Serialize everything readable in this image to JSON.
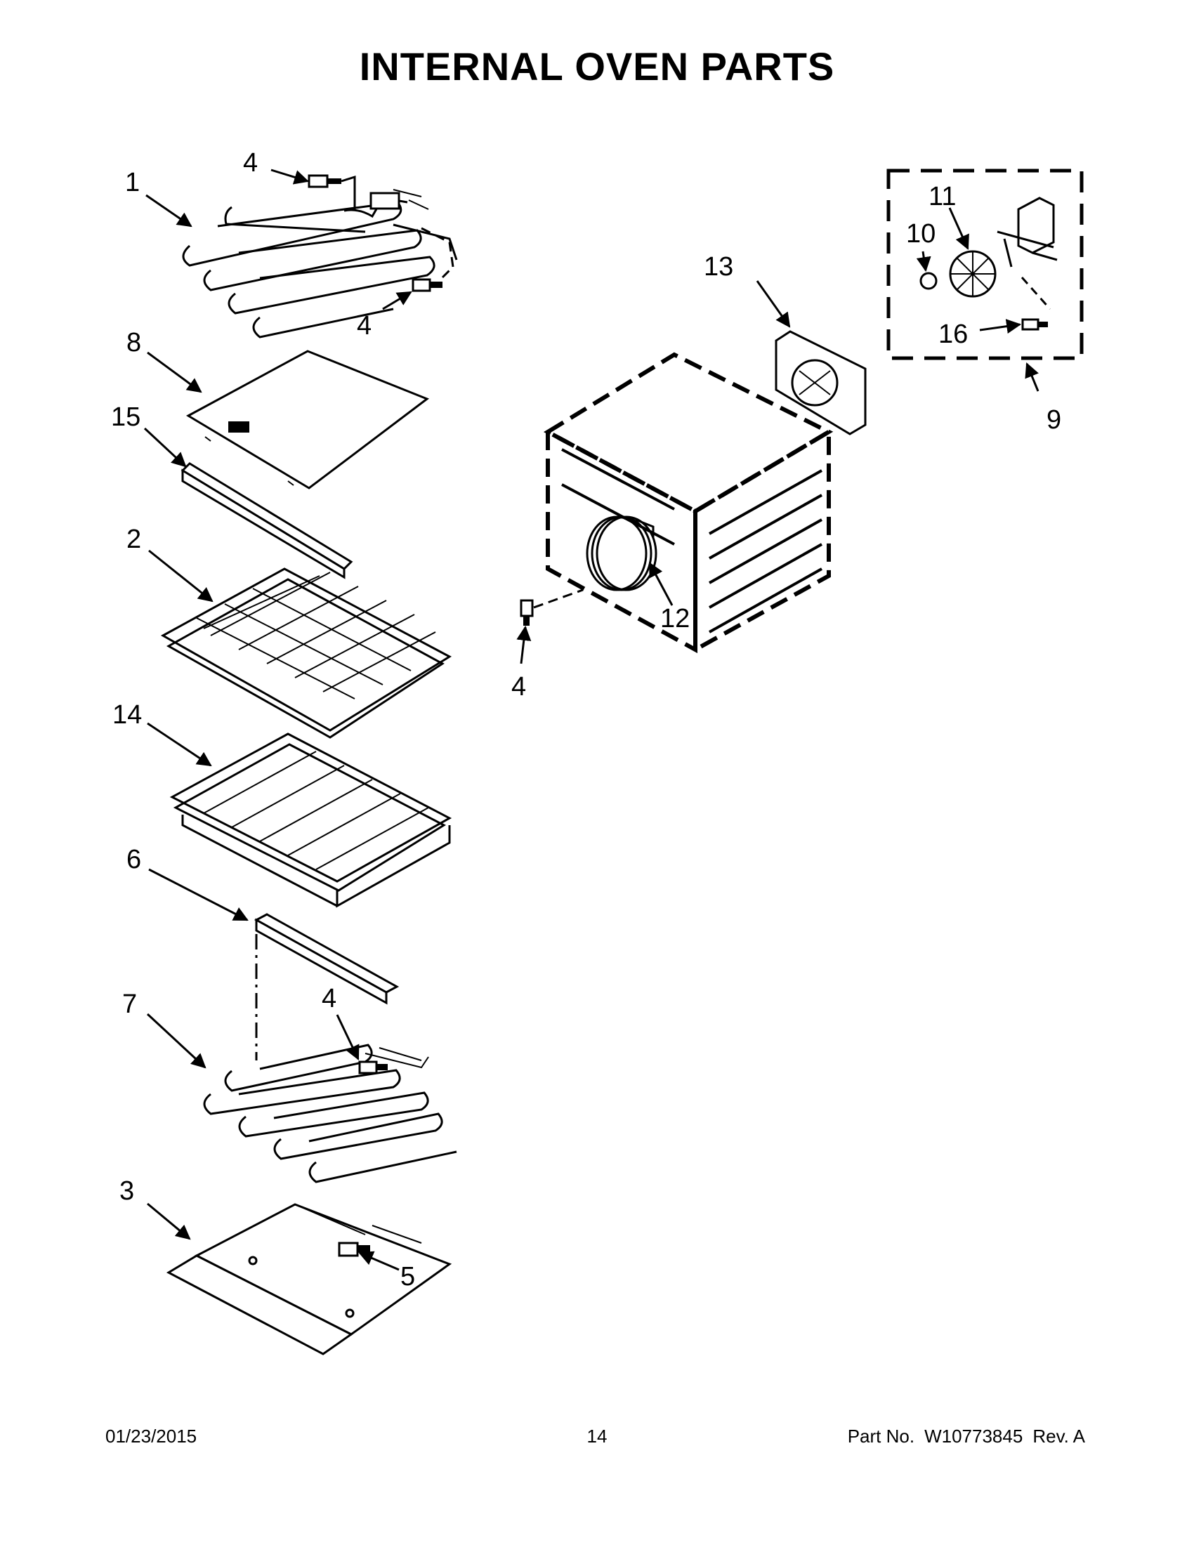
{
  "title": "INTERNAL OVEN PARTS",
  "callouts": {
    "c1": "1",
    "c4a": "4",
    "c4b": "4",
    "c8": "8",
    "c15": "15",
    "c2": "2",
    "c14": "14",
    "c6": "6",
    "c7": "7",
    "c4c": "4",
    "c3": "3",
    "c5": "5",
    "c13": "13",
    "c12": "12",
    "c4d": "4",
    "c11": "11",
    "c10": "10",
    "c16": "16",
    "c9": "9"
  },
  "footer": {
    "date": "01/23/2015",
    "page": "14",
    "part_label": "Part No.",
    "part_number": "W10773845",
    "revision": "Rev.  A"
  }
}
